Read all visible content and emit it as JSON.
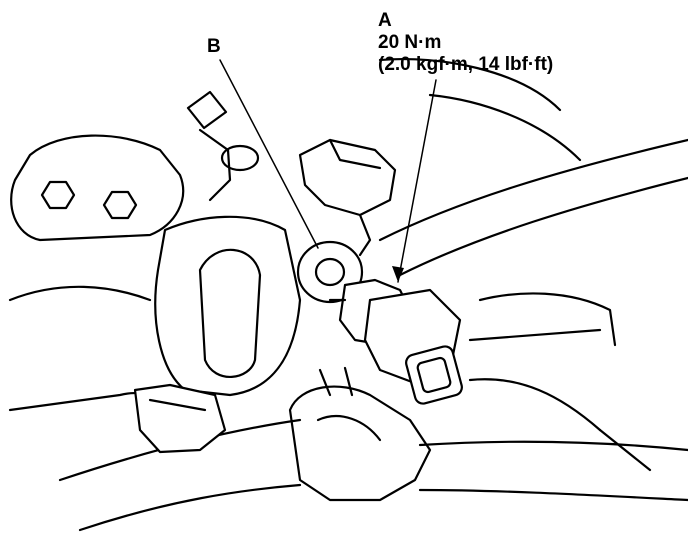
{
  "callouts": {
    "b": {
      "letter": "B"
    },
    "a": {
      "letter": "A",
      "torque_nm": "20 N·m",
      "torque_alt": "(2.0 kgf·m, 14 lbf·ft)"
    }
  },
  "colors": {
    "ink": "#000000",
    "paper": "#ffffff"
  }
}
